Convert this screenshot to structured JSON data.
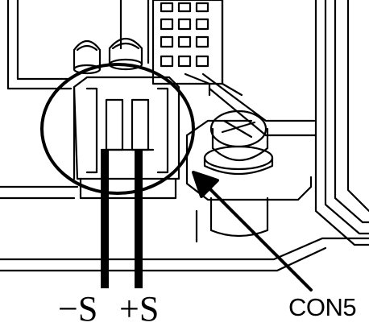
{
  "labels": {
    "minus_s": "−S",
    "plus_s": "+S",
    "connector": "CON5"
  },
  "colors": {
    "ink": "#000000",
    "paper": "#ffffff"
  }
}
